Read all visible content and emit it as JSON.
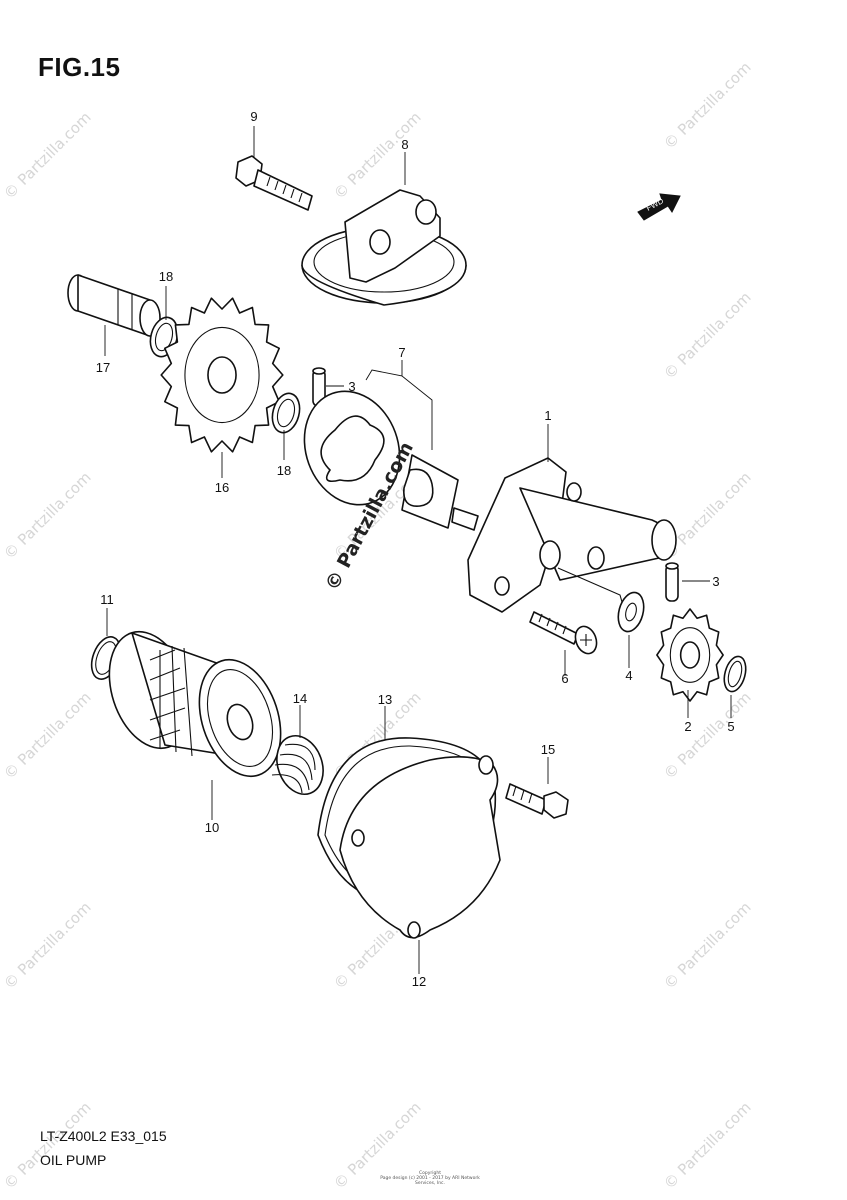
{
  "figure": {
    "title": "FIG.15",
    "model_code": "LT-Z400L2 E33_015",
    "caption": "OIL PUMP",
    "watermark": "© Partzilla.com",
    "copyright": "Copyright\nPage design (c) 2001 - 2017 by ARI Network Services, Inc."
  },
  "fwd_label": "FWD",
  "callouts": [
    {
      "id": "9",
      "label": "9"
    },
    {
      "id": "8",
      "label": "8"
    },
    {
      "id": "18a",
      "label": "18"
    },
    {
      "id": "17",
      "label": "17"
    },
    {
      "id": "16",
      "label": "16"
    },
    {
      "id": "18b",
      "label": "18"
    },
    {
      "id": "3a",
      "label": "3"
    },
    {
      "id": "7",
      "label": "7"
    },
    {
      "id": "1",
      "label": "1"
    },
    {
      "id": "3b",
      "label": "3"
    },
    {
      "id": "6",
      "label": "6"
    },
    {
      "id": "4",
      "label": "4"
    },
    {
      "id": "2",
      "label": "2"
    },
    {
      "id": "5",
      "label": "5"
    },
    {
      "id": "11",
      "label": "11"
    },
    {
      "id": "14",
      "label": "14"
    },
    {
      "id": "13",
      "label": "13"
    },
    {
      "id": "15",
      "label": "15"
    },
    {
      "id": "10",
      "label": "10"
    },
    {
      "id": "12",
      "label": "12"
    }
  ]
}
